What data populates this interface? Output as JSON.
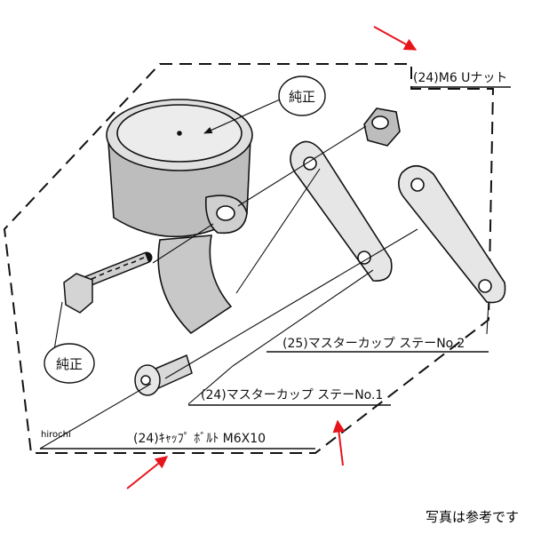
{
  "labels": {
    "nut": "(24)M6 Uナット",
    "junsei_top": "純正",
    "junsei_bottom": "純正",
    "stay2": "(25)マスターカップ ステーNo.2",
    "stay1": "(24)マスターカップ ステーNo.1",
    "bolt": "(24)ｷｬｯﾌﾟ ﾎﾞﾙﾄ M6X10"
  },
  "watermark": "hirochi",
  "caption": "写真は参考です",
  "colors": {
    "line": "#111111",
    "arrow": "#e8141b",
    "background": "#ffffff"
  }
}
